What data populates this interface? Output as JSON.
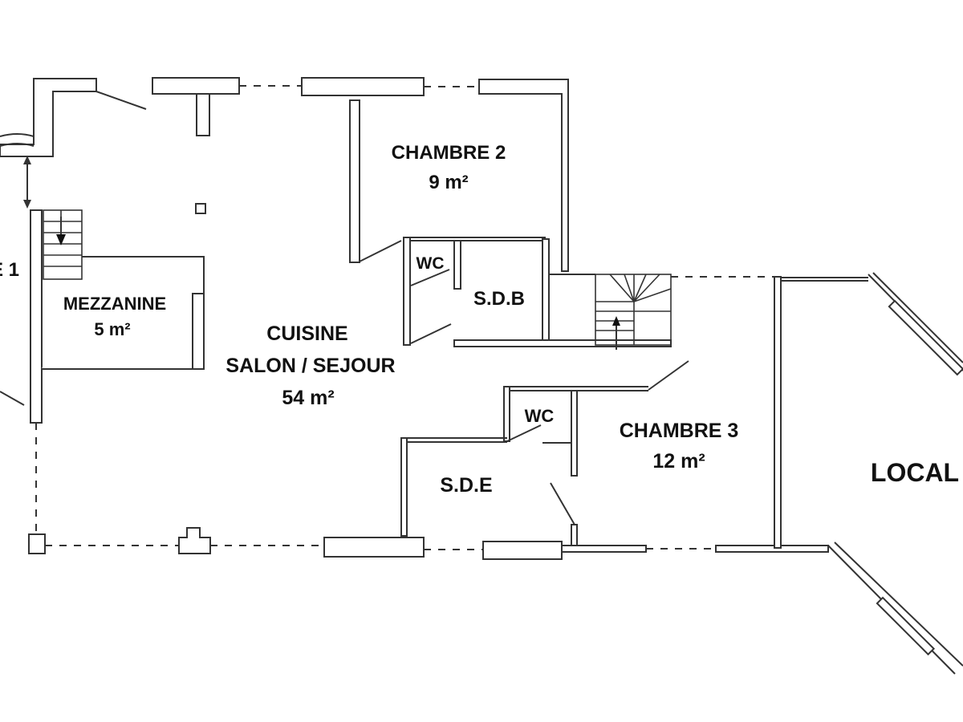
{
  "floorplan": {
    "rooms": {
      "chambre1": {
        "label": "E 1"
      },
      "chambre2": {
        "label": "CHAMBRE 2",
        "area": "9 m²"
      },
      "mezzanine": {
        "label": "MEZZANINE",
        "area": "5 m²"
      },
      "wc_top": {
        "label": "WC"
      },
      "sdb": {
        "label": "S.D.B"
      },
      "cuisine": {
        "line1": "CUISINE",
        "line2": "SALON / SEJOUR",
        "area": "54 m²"
      },
      "wc_bottom": {
        "label": "WC"
      },
      "chambre3": {
        "label": "CHAMBRE 3",
        "area": "12 m²"
      },
      "sde": {
        "label": "S.D.E"
      },
      "local": {
        "label": "LOCAL"
      }
    }
  }
}
